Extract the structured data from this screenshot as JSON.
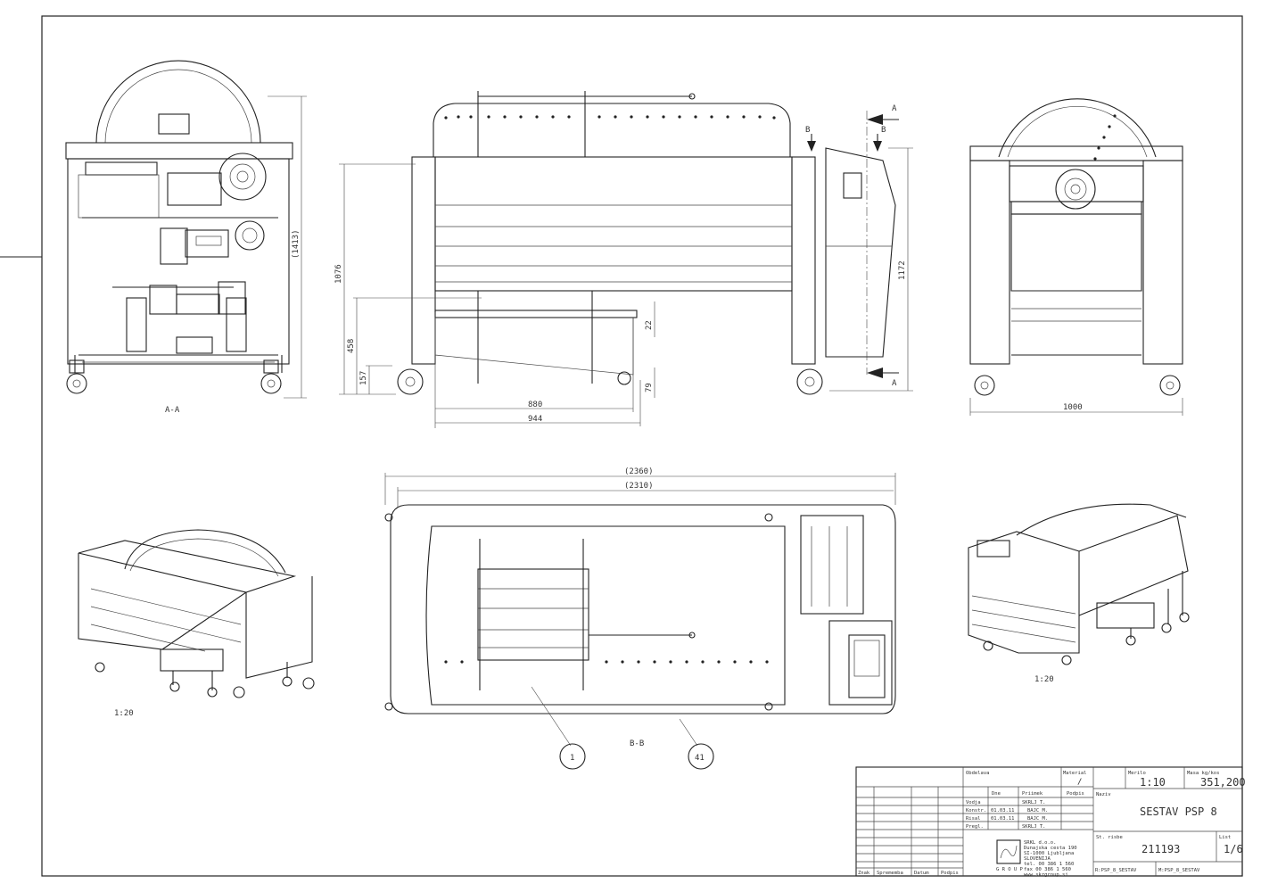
{
  "view_labels": {
    "section_aa": "A-A",
    "section_bb": "B-B",
    "scale_left": "1:20",
    "scale_right": "1:20"
  },
  "cut_markers": {
    "a": "A",
    "b": "B"
  },
  "dimensions": {
    "left_height": "(1413)",
    "front_height": "1076",
    "front_458": "458",
    "front_157": "157",
    "front_880": "880",
    "front_944": "944",
    "front_22": "22",
    "front_79": "79",
    "front_right_height": "1172",
    "right_width": "1000",
    "top_2360": "(2360)",
    "top_2310": "(2310)"
  },
  "balloons": [
    "1",
    "41"
  ],
  "title_block": {
    "col_oddelavo": "Obdelava",
    "col_material": "Material",
    "material_value": "/",
    "col_merilo": "Merilo",
    "merilo_value": "1:10",
    "col_masa": "Masa kg/kos",
    "masa_value": "351,200",
    "col_naziv": "Naziv",
    "naziv_value": "SESTAV PSP 8",
    "col_dne": "Dne",
    "col_priimek": "Priimek",
    "col_podpis": "Podpis",
    "rows": [
      {
        "role": "Vodja",
        "date": "",
        "name": "SKRLJ T."
      },
      {
        "role": "Konstr.",
        "date": "01.03.11",
        "name": "BAJC M."
      },
      {
        "role": "Risal",
        "date": "01.03.11",
        "name": "BAJC M."
      },
      {
        "role": "Pregl.",
        "date": "",
        "name": "SKRLJ T."
      }
    ],
    "col_st_risbe": "St. risbe",
    "st_risbe_value": "211193",
    "col_list": "List",
    "list_value": "1/6",
    "file_left": "R:PSP_8_SESTAV",
    "file_right": "M:PSP_8_SESTAV",
    "rev_znak": "Znak",
    "rev_sprememba": "Sprememba",
    "rev_datum": "Datum",
    "rev_podpis": "Podpis",
    "company_lines": [
      "SRKL d.o.o.",
      "Dunajska cesta 190",
      "SI-1000 Ljubljana",
      "SLOVENIJA",
      "tel. 00 386 1 560",
      "fax 00 386 1 560",
      "www.skrgroup.si"
    ],
    "logo_caption": "G R O U P"
  }
}
